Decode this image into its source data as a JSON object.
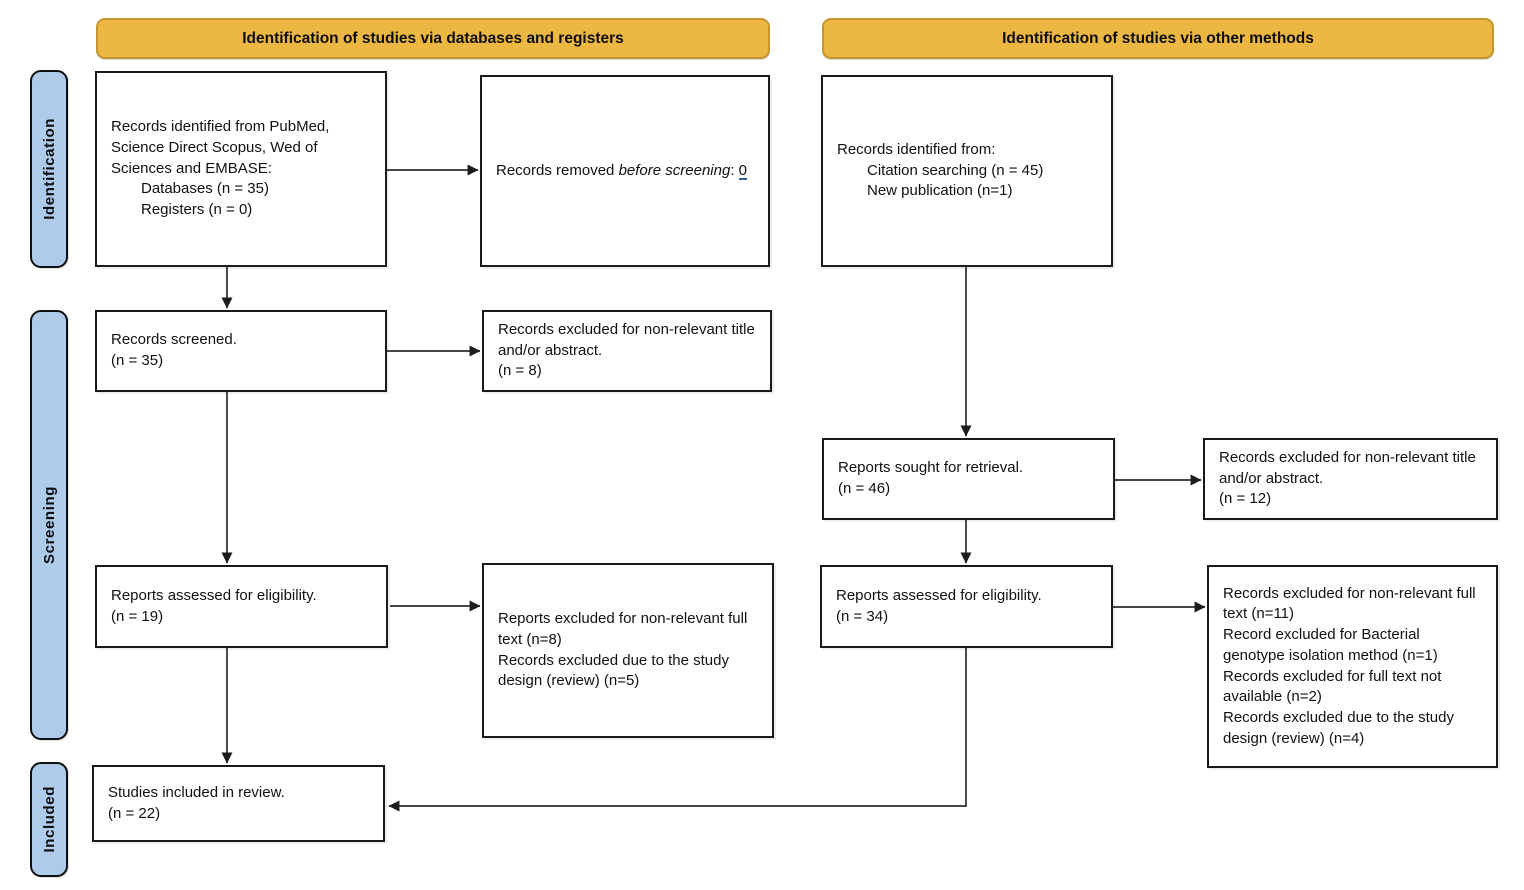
{
  "diagram": {
    "banners": {
      "databases": "Identification of studies via databases and registers",
      "other": "Identification of studies via other methods"
    },
    "stages": {
      "identification": "Identification",
      "screening": "Screening",
      "included": "Included"
    },
    "colors": {
      "banner": "#ECB843",
      "banner_border": "#C6952D",
      "stage_fill": "#AECBEC",
      "box_border": "#1A1A1A",
      "arrow": "#2B2B2B",
      "link_underline": "#2E5FA3"
    },
    "boxes": {
      "db_identified": {
        "text": "Records identified from PubMed, Science Direct Scopus, Wed of Sciences and EMBASE:",
        "items": [
          "Databases (n = 35)",
          "Registers (n = 0)"
        ]
      },
      "removed": {
        "prefix": "Records removed ",
        "italic": "before screening",
        "separator": ": ",
        "value": "0"
      },
      "screened": {
        "label": "Records screened.",
        "count": "(n = 35)"
      },
      "excluded_title_db": {
        "label": "Records excluded for non-relevant title and/or abstract.",
        "count": "(n = 8)"
      },
      "eligibility_db": {
        "label": "Reports assessed for eligibility.",
        "count": "(n = 19)"
      },
      "excluded_fulltext_db": {
        "lines": [
          "Reports excluded for non-relevant full text (n=8)",
          "Records excluded due to the study design (review) (n=5)"
        ]
      },
      "included": {
        "label": "Studies included in review.",
        "count": "(n = 22)"
      },
      "other_identified": {
        "text": "Records identified from:",
        "items": [
          "Citation searching (n = 45)",
          "New publication (n=1)"
        ]
      },
      "retrieval": {
        "label": "Reports sought for retrieval.",
        "count": "(n = 46)"
      },
      "excluded_title_other": {
        "label": "Records excluded for non-relevant title and/or abstract.",
        "count": "(n = 12)"
      },
      "eligibility_other": {
        "label": "Reports assessed for eligibility.",
        "count": "(n = 34)"
      },
      "excluded_fulltext_other": {
        "lines": [
          "Records excluded for non-relevant full text (n=11)",
          "Record excluded for Bacterial genotype isolation method (n=1)",
          "Records excluded for full text not available (n=2)",
          "Records excluded due to the study design (review) (n=4)"
        ]
      }
    }
  }
}
